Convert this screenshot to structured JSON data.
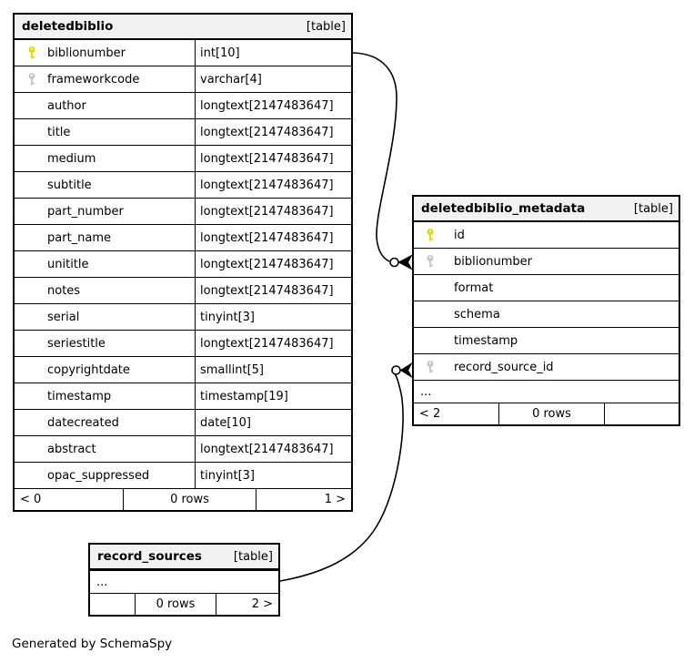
{
  "generated_note": "Generated by SchemaSpy",
  "ellipsis_label": "...",
  "colors": {
    "primary_key": "#dcdc00",
    "index_key": "#c6c6c6",
    "header_bg": "#f2f2f2",
    "line": "#000000"
  },
  "tables": [
    {
      "name": "deletedbiblio",
      "tag": "[table]",
      "has_types": true,
      "ellipsis": false,
      "columns": [
        {
          "name": "biblionumber",
          "type": "int[10]",
          "key": "primary"
        },
        {
          "name": "frameworkcode",
          "type": "varchar[4]",
          "key": "index"
        },
        {
          "name": "author",
          "type": "longtext[2147483647]",
          "key": null
        },
        {
          "name": "title",
          "type": "longtext[2147483647]",
          "key": null
        },
        {
          "name": "medium",
          "type": "longtext[2147483647]",
          "key": null
        },
        {
          "name": "subtitle",
          "type": "longtext[2147483647]",
          "key": null
        },
        {
          "name": "part_number",
          "type": "longtext[2147483647]",
          "key": null
        },
        {
          "name": "part_name",
          "type": "longtext[2147483647]",
          "key": null
        },
        {
          "name": "unititle",
          "type": "longtext[2147483647]",
          "key": null
        },
        {
          "name": "notes",
          "type": "longtext[2147483647]",
          "key": null
        },
        {
          "name": "serial",
          "type": "tinyint[3]",
          "key": null
        },
        {
          "name": "seriestitle",
          "type": "longtext[2147483647]",
          "key": null
        },
        {
          "name": "copyrightdate",
          "type": "smallint[5]",
          "key": null
        },
        {
          "name": "timestamp",
          "type": "timestamp[19]",
          "key": null
        },
        {
          "name": "datecreated",
          "type": "date[10]",
          "key": null
        },
        {
          "name": "abstract",
          "type": "longtext[2147483647]",
          "key": null
        },
        {
          "name": "opac_suppressed",
          "type": "tinyint[3]",
          "key": null
        }
      ],
      "footer": {
        "left": "< 0",
        "center": "0 rows",
        "right": "1 >"
      }
    },
    {
      "name": "deletedbiblio_metadata",
      "tag": "[table]",
      "has_types": false,
      "ellipsis": true,
      "columns": [
        {
          "name": "id",
          "type": null,
          "key": "primary"
        },
        {
          "name": "biblionumber",
          "type": null,
          "key": "index"
        },
        {
          "name": "format",
          "type": null,
          "key": null
        },
        {
          "name": "schema",
          "type": null,
          "key": null
        },
        {
          "name": "timestamp",
          "type": null,
          "key": null
        },
        {
          "name": "record_source_id",
          "type": null,
          "key": "index"
        }
      ],
      "footer": {
        "left": "< 2",
        "center": "0 rows",
        "right": ""
      }
    },
    {
      "name": "record_sources",
      "tag": "[table]",
      "has_types": false,
      "ellipsis": true,
      "columns": [],
      "footer": {
        "left": "",
        "center": "0 rows",
        "right": "2 >"
      }
    }
  ],
  "relationships": [
    {
      "from_table": "deletedbiblio",
      "from_column": "biblionumber",
      "to_table": "deletedbiblio_metadata",
      "to_column": "biblionumber"
    },
    {
      "from_table": "record_sources",
      "from_column": "",
      "to_table": "deletedbiblio_metadata",
      "to_column": "record_source_id"
    }
  ]
}
